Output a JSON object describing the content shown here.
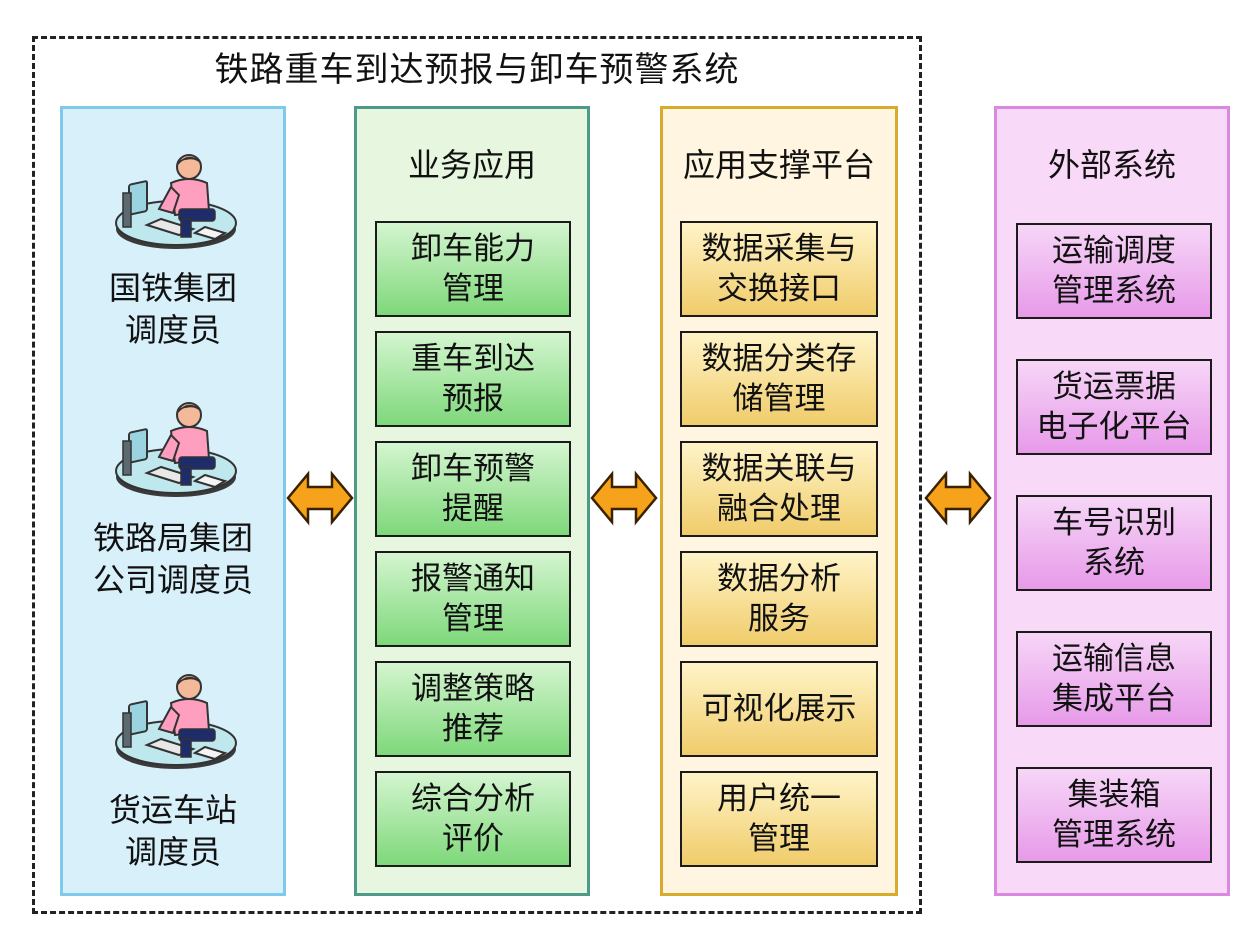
{
  "title": "铁路重车到达预报与卸车预警系统",
  "colors": {
    "users_bg": "#d7f0fa",
    "biz_bg": "#e6f6df",
    "platform_bg": "#fff5e0",
    "external_bg": "#f9d9f8",
    "arrow": "#f7a21b"
  },
  "users": {
    "items": [
      {
        "label": "国铁集团\n调度员",
        "icon": "dispatcher-icon"
      },
      {
        "label": "铁路局集团\n公司调度员",
        "icon": "dispatcher-icon"
      },
      {
        "label": "货运车站\n调度员",
        "icon": "dispatcher-icon"
      }
    ]
  },
  "business": {
    "heading": "业务应用",
    "items": [
      "卸车能力\n管理",
      "重车到达\n预报",
      "卸车预警\n提醒",
      "报警通知\n管理",
      "调整策略\n推荐",
      "综合分析\n评价"
    ]
  },
  "platform": {
    "heading": "应用支撑平台",
    "items": [
      "数据采集与\n交换接口",
      "数据分类存\n储管理",
      "数据关联与\n融合处理",
      "数据分析\n服务",
      "可视化展示",
      "用户统一\n管理"
    ]
  },
  "external": {
    "heading": "外部系统",
    "items": [
      "运输调度\n管理系统",
      "货运票据\n电子化平台",
      "车号识别\n系统",
      "运输信息\n集成平台",
      "集装箱\n管理系统"
    ]
  },
  "arrows": [
    "bidirectional-arrow-icon",
    "bidirectional-arrow-icon",
    "bidirectional-arrow-icon"
  ]
}
